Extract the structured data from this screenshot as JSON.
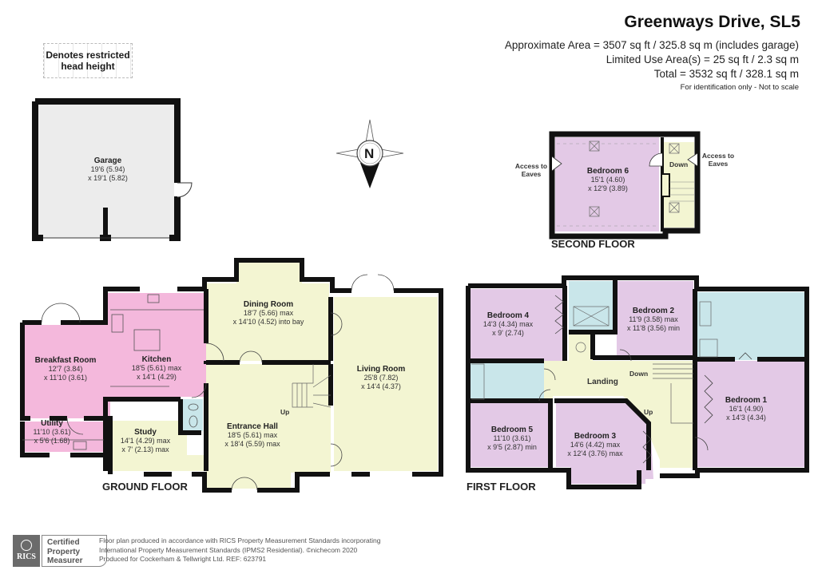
{
  "header": {
    "title": "Greenways Drive, SL5",
    "approximate_area": "Approximate Area = 3507 sq ft / 325.8 sq m (includes garage)",
    "limited_use_area": "Limited Use Area(s) = 25 sq ft / 2.3 sq m",
    "total": "Total = 3532 sq ft / 328.1 sq m",
    "note": "For identification only - Not to scale"
  },
  "legend": {
    "restricted_head_height": "Denotes restricted head height"
  },
  "compass": {
    "label": "N"
  },
  "colors": {
    "wall": "#111111",
    "bedroom": "#e3c9e6",
    "kitchen": "#f4b8dc",
    "living": "#f3f5d2",
    "bathroom": "#c9e6ea",
    "garage": "#ececec"
  },
  "garage": {
    "name": "Garage",
    "dim1": "19'6 (5.94)",
    "dim2": "x 19'1 (5.82)"
  },
  "ground_floor": {
    "label": "GROUND FLOOR",
    "rooms": [
      {
        "name": "Breakfast Room",
        "dim1": "12'7 (3.84)",
        "dim2": "x 11'10 (3.61)"
      },
      {
        "name": "Kitchen",
        "dim1": "18'5 (5.61) max",
        "dim2": "x 14'1 (4.29)"
      },
      {
        "name": "Utility",
        "dim1": "11'10 (3.61)",
        "dim2": "x 5'6 (1.68)"
      },
      {
        "name": "Study",
        "dim1": "14'1 (4.29) max",
        "dim2": "x 7' (2.13) max"
      },
      {
        "name": "Dining Room",
        "dim1": "18'7 (5.66) max",
        "dim2": "x 14'10 (4.52) into bay"
      },
      {
        "name": "Entrance Hall",
        "dim1": "18'5 (5.61) max",
        "dim2": "x 18'4 (5.59) max"
      },
      {
        "name": "Living Room",
        "dim1": "25'8 (7.82)",
        "dim2": "x 14'4 (4.37)"
      }
    ],
    "stairs_label": "Up"
  },
  "first_floor": {
    "label": "FIRST FLOOR",
    "rooms": [
      {
        "name": "Bedroom 4",
        "dim1": "14'3 (4.34) max",
        "dim2": "x 9' (2.74)"
      },
      {
        "name": "Bedroom 2",
        "dim1": "11'9 (3.58) max",
        "dim2": "x 11'8 (3.56) min"
      },
      {
        "name": "Bedroom 5",
        "dim1": "11'10 (3.61)",
        "dim2": "x 9'5 (2.87) min"
      },
      {
        "name": "Bedroom 3",
        "dim1": "14'6 (4.42) max",
        "dim2": "x 12'4 (3.76) max"
      },
      {
        "name": "Bedroom 1",
        "dim1": "16'1 (4.90)",
        "dim2": "x 14'3 (4.34)"
      }
    ],
    "landing_label": "Landing",
    "stairs_down": "Down",
    "stairs_up": "Up"
  },
  "second_floor": {
    "label": "SECOND FLOOR",
    "room": {
      "name": "Bedroom 6",
      "dim1": "15'1 (4.60)",
      "dim2": "x 12'9 (3.89)"
    },
    "stairs_down": "Down",
    "eaves_left": "Access to Eaves",
    "eaves_right": "Access to Eaves"
  },
  "footer": {
    "rics": "RICS",
    "certified": "Certified",
    "property": "Property",
    "measurer": "Measurer",
    "line1": "Floor plan produced in accordance with RICS Property Measurement Standards incorporating",
    "line2": "International Property Measurement Standards (IPMS2 Residential).   ©nichecom 2020",
    "line3": "Produced for Cockerham & Tellwright Ltd.   REF: 623791"
  }
}
